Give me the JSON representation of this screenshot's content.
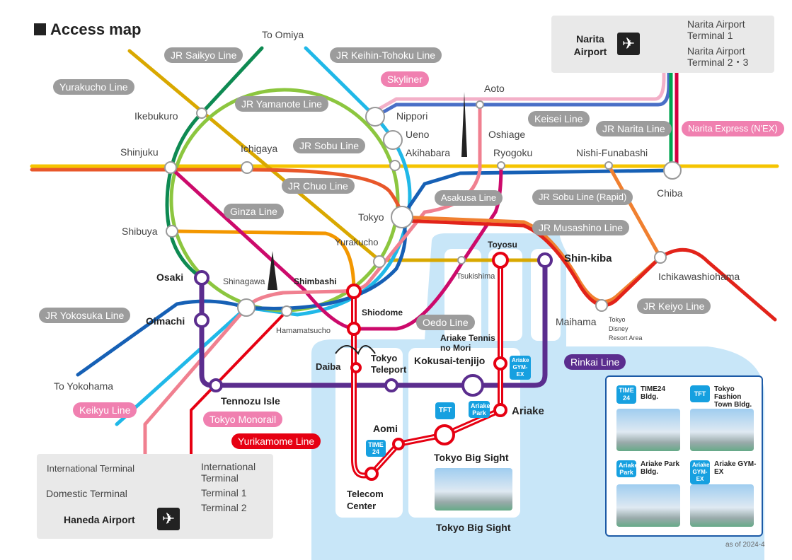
{
  "title": "Access map",
  "directions": {
    "omiya": "To Omiya",
    "yokohama": "To Yokohama"
  },
  "lines": {
    "saikyo": "JR Saikyo Line",
    "yurakucho": "Yurakucho Line",
    "keihin": "JR Keihin-Tohoku Line",
    "yamanote": "JR Yamanote Line",
    "skyliner": "Skyliner",
    "sobu": "JR Sobu Line",
    "chuo": "JR Chuo Line",
    "ginza": "Ginza Line",
    "asakusa": "Asakusa Line",
    "sobu_rapid": "JR Sobu Line (Rapid)",
    "keisei": "Keisei Line",
    "narita": "JR Narita Line",
    "nex": "Narita Express (N'EX)",
    "musashino": "JR Musashino Line",
    "keiyo": "JR Keiyo Line",
    "oedo": "Oedo Line",
    "rinkai": "Rinkai Line",
    "yokosuka": "JR Yokosuka Line",
    "keikyu": "Keikyu Line",
    "monorail": "Tokyo Monorail",
    "yurikamome": "Yurikamome Line"
  },
  "stations": {
    "ikebukuro": "Ikebukuro",
    "shinjuku": "Shinjuku",
    "ichigaya": "Ichigaya",
    "shibuya": "Shibuya",
    "nippori": "Nippori",
    "ueno": "Ueno",
    "akihabara": "Akihabara",
    "aoto": "Aoto",
    "oshiage": "Oshiage",
    "ryogoku": "Ryogoku",
    "nishifunabashi": "Nishi-Funabashi",
    "chiba": "Chiba",
    "tokyo": "Tokyo",
    "yurakucho": "Yurakucho",
    "toyosu": "Toyosu",
    "tsukishima": "Tsukishima",
    "shinkiba": "Shin-kiba",
    "ichikawa": "Ichikawashiohama",
    "maihama": "Maihama",
    "disney": "Tokyo Disney Resort Area",
    "osaki": "Osaki",
    "shinagawa": "Shinagawa",
    "shimbashi": "Shimbashi",
    "oimachi": "Oimachi",
    "hamamatsucho": "Hamamatsucho",
    "shiodome": "Shiodome",
    "daiba": "Daiba",
    "teleport": "Tokyo Teleport",
    "tennozu": "Tennozu Isle",
    "ariaketennis": "Ariake Tennis no Mori",
    "kokusai": "Kokusai-tenjijo",
    "ariake": "Ariake",
    "aomi": "Aomi",
    "bigsight": "Tokyo Big Sight",
    "telecom": "Telecom Center",
    "bigsight_photo": "Tokyo Big Sight"
  },
  "narita": {
    "airport": "Narita Airport",
    "t1": "Narita Airport Terminal 1",
    "t23": "Narita Airport Terminal 2・3"
  },
  "haneda": {
    "airport": "Haneda Airport",
    "intl_keikyu": "International Terminal",
    "domestic": "Domestic Terminal",
    "intl_mono": "International Terminal",
    "t1": "Terminal 1",
    "t2": "Terminal 2"
  },
  "tags": {
    "time24": "TIME 24",
    "tft": "TFT",
    "ariakepark": "Ariake Park",
    "gymex": "Ariake GYM-EX"
  },
  "legend": {
    "time24": "TIME24 Bldg.",
    "tft": "Tokyo Fashion Town Bldg.",
    "ariakepark": "Ariake Park Bldg.",
    "gymex": "Ariake GYM-EX"
  },
  "footnote": "as of 2024-4",
  "colors": {
    "yamanote": "#8cc63f",
    "sobu": "#f5c400",
    "keiyo": "#e2231a",
    "rinkai": "#5b2d8e",
    "yurikamome": "#e60012",
    "water": "#c8e6f8"
  }
}
